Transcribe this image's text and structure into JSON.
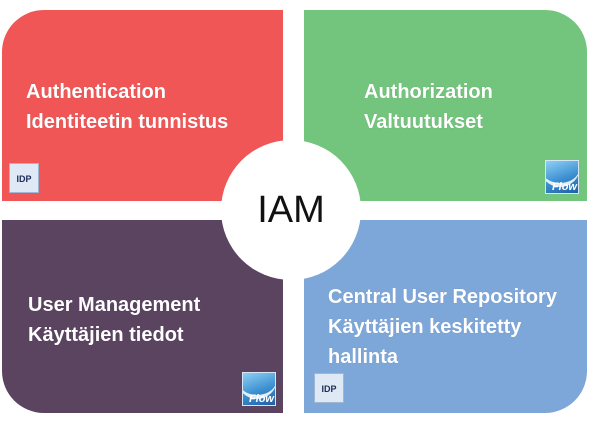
{
  "center": {
    "label": "IAM"
  },
  "quadrants": {
    "top_left": {
      "line1": "Authentication",
      "line2": "Identiteetin tunnistus",
      "badge": "IDP",
      "color": "#f05656"
    },
    "top_right": {
      "line1": "Authorization",
      "line2": "Valtuutukset",
      "badge": "Flow",
      "color": "#73c47c"
    },
    "bottom_left": {
      "line1": "User Management",
      "line2": "Käyttäjien tiedot",
      "badge": "Flow",
      "color": "#5a4460"
    },
    "bottom_right": {
      "line1": "Central User Repository",
      "line2": "Käyttäjien keskitetty",
      "line3": "hallinta",
      "badge": "IDP",
      "color": "#7ea7d9"
    }
  }
}
